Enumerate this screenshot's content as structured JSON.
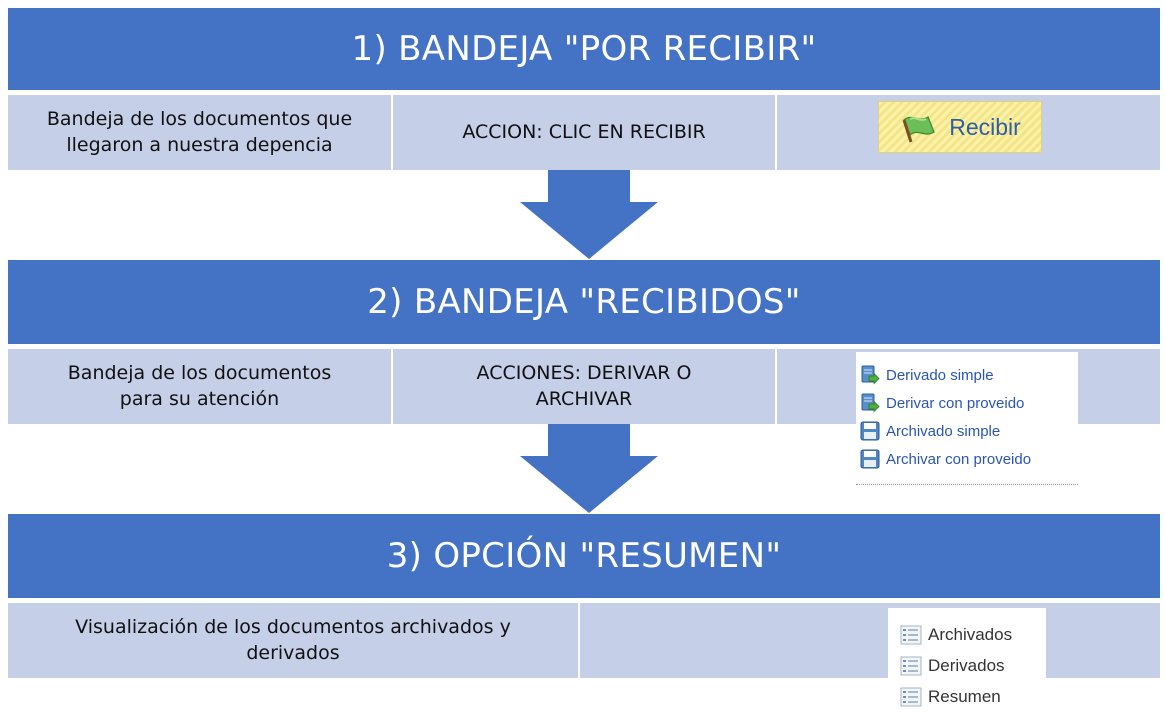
{
  "steps": [
    {
      "title": "1) BANDEJA \"POR RECIBIR\"",
      "description_lines": [
        "Bandeja de los documentos que",
        "llegaron a nuestra depencia"
      ],
      "action": "ACCION: CLIC EN RECIBIR",
      "button_label": "Recibir"
    },
    {
      "title": "2) BANDEJA \"RECIBIDOS\"",
      "description_lines": [
        "Bandeja de los documentos",
        "para su atención"
      ],
      "action_lines": [
        "ACCIONES: DERIVAR O",
        "ARCHIVAR"
      ],
      "menu_items": [
        {
          "label": "Derivado simple",
          "icon": "document-forward-icon"
        },
        {
          "label": "Derivar con proveido",
          "icon": "document-forward-icon"
        },
        {
          "label": "Archivado simple",
          "icon": "floppy-disk-icon"
        },
        {
          "label": "Archivar con proveido",
          "icon": "floppy-disk-icon"
        }
      ]
    },
    {
      "title": "3) OPCIÓN \"RESUMEN\"",
      "description_lines": [
        "Visualización de los documentos archivados y",
        "derivados"
      ],
      "menu_items": [
        {
          "label": "Archivados",
          "icon": "list-icon"
        },
        {
          "label": "Derivados",
          "icon": "list-icon"
        },
        {
          "label": "Resumen",
          "icon": "list-icon"
        }
      ]
    }
  ],
  "colors": {
    "banner": "#4472c4",
    "cell": "#c6cfe8",
    "link": "#2a55b4"
  }
}
